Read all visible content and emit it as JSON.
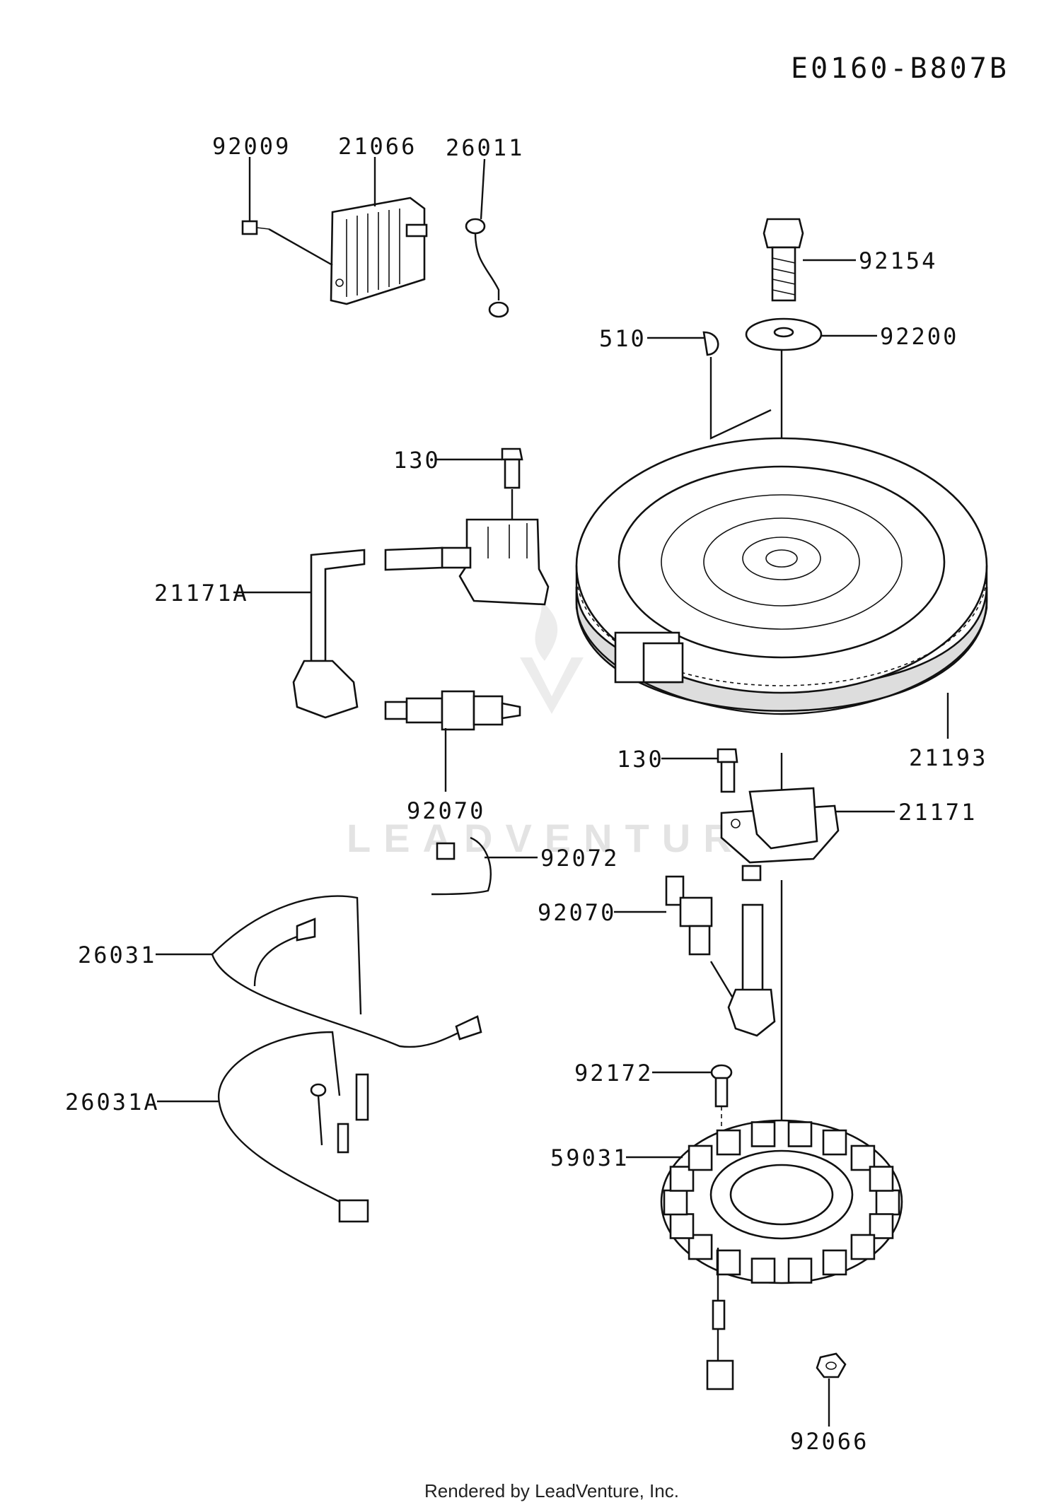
{
  "diagram_code": "E0160-B807B",
  "footer": "Rendered by LeadVenture, Inc.",
  "watermark": "LEADVENTURE",
  "labels": {
    "p92009": "92009",
    "p21066": "21066",
    "p26011": "26011",
    "p92154": "92154",
    "p510": "510",
    "p92200": "92200",
    "p130a": "130",
    "p21171A": "21171A",
    "p92070a": "92070",
    "p21193": "21193",
    "p130b": "130",
    "p21171": "21171",
    "p92072": "92072",
    "p92070b": "92070",
    "p26031": "26031",
    "p26031A": "26031A",
    "p92172": "92172",
    "p59031": "59031",
    "p92066": "92066"
  }
}
